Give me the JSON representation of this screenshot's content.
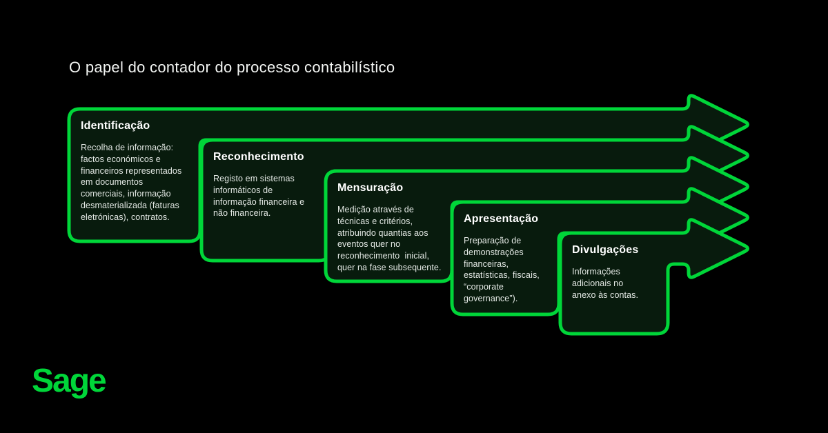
{
  "page_title": "O papel do contador do processo contabilístico",
  "brand": {
    "logo_text": "Sage",
    "color": "#00D639"
  },
  "colors": {
    "background": "#000000",
    "arrow_stroke": "#00D639",
    "arrow_fill": "#081B0D",
    "heading_text": "#FFFFFF",
    "body_text": "#E4E9E5"
  },
  "steps": [
    {
      "title": "Identificação",
      "body": "Recolha de informação:\nfactos económicos e\nfinanceiros representados\nem documentos\ncomerciais, informação\ndesmaterializada (faturas\neletrónicas), contratos."
    },
    {
      "title": "Reconhecimento",
      "body": "Registo em sistemas\ninformáticos de\ninformação financeira e\nnão financeira."
    },
    {
      "title": "Mensuração",
      "body": "Medição através de\ntécnicas e critérios,\natribuindo quantias aos\neventos quer no\nreconhecimento  inicial,\nquer na fase subsequente."
    },
    {
      "title": "Apresentação",
      "body": "Preparação de\ndemonstrações\nfinanceiras,\nestatísticas, fiscais,\n“corporate\ngovernance”)."
    },
    {
      "title": "Divulgações",
      "body": "Informações\nadicionais no\nanexo às contas."
    }
  ]
}
